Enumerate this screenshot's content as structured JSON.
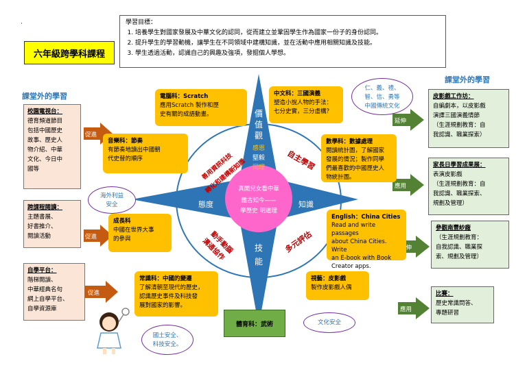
{
  "page_title": "六年級跨學科課程",
  "dot": "·",
  "goals": {
    "heading": "學習目標：",
    "items": [
      "培養學生對國家發展及中華文化的認同，從而建立並鞏固學生作為國家一份子的身份認同。",
      "提升學生的學習動機，讓學生在不同領域中建構知識，並在活動中應用相關知識及技能。",
      "學生透過活動，認識自己的興趣及強項，發掘個人學想。"
    ]
  },
  "left_heading": "課堂外的學習",
  "right_heading": "課堂外的學習",
  "left_boxes": [
    {
      "title": "校園電視台：",
      "lines": [
        "德育頻道節目",
        "包括中國歷史",
        "故事、歷史人",
        "物介紹、中華",
        "文化、今日中",
        "國等"
      ],
      "arrow": "促進"
    },
    {
      "title": "跨課程閱讀：",
      "lines": [
        "主題書展、",
        "好書推介、",
        "閱讀活動"
      ],
      "arrow": "促進"
    },
    {
      "title": "自學平台：",
      "lines": [
        "階梯閱讀、",
        "中華經典名句",
        "網上自學平台、",
        "自學資源庫"
      ],
      "arrow": "促進"
    }
  ],
  "right_boxes": [
    {
      "title": "皮影戲工作坊：",
      "lines": [
        "自編劇本，以皮影戲",
        "演譯三國演義情節",
        "（生涯規劃教育：自",
        "我認識、職業探索）"
      ],
      "arrow": "延伸"
    },
    {
      "title": "家長日學習成果展：",
      "lines": [
        "表演皮影戲",
        "（生涯規劃教育：自",
        "我認識、職業探索、",
        "規劃及管理）"
      ],
      "arrow": "應用"
    },
    {
      "title": "參觀南豐紗廠",
      "lines": [
        "（生涯規劃教育：",
        "自我認識、職業探",
        "索、規劃及管理）"
      ],
      "arrow": "延伸"
    },
    {
      "title": "比賽：",
      "lines": [
        "歷史常識問答、",
        "專題研習"
      ],
      "arrow": "應用"
    }
  ],
  "subjects": {
    "computer": {
      "title": "電腦科：Scratch",
      "lines": [
        "應用Scratch 製作和歷",
        "史有關的成語動畫。"
      ]
    },
    "music": {
      "title": "音樂科：節奏",
      "lines": [
        "有節奏地讀出中國朝",
        "代史替的順序"
      ]
    },
    "growth": {
      "title": "成長科",
      "lines": [
        "中國在世界大事",
        "的參與"
      ]
    },
    "gs": {
      "title": "常識科：中國的變遷",
      "lines": [
        "了解清朝至現代的歷史，",
        "認識歷史事件及科技發",
        "展對國家的影響。"
      ]
    },
    "chinese": {
      "title": "中文科：三國演義",
      "lines": [
        "塑造小說人物的手法：",
        "七分史實，三分虛構？"
      ]
    },
    "math": {
      "title": "數學科：數據處理",
      "lines": [
        "閱讀統計圖，了解國家",
        "發展的情況；製作同學",
        "們最喜歡的中國歷史人",
        "物統計圖。"
      ]
    },
    "english": {
      "title": "English：China Cities",
      "lines": [
        "Read and write passages",
        "about China Cities.  Write",
        "an E-book with Book",
        "Creator apps."
      ]
    },
    "va": {
      "title": "視藝：皮影戲",
      "lines": [
        "製作皮影戲人偶"
      ]
    },
    "pe": {
      "title": "體育科：武術"
    }
  },
  "bubbles": {
    "values": [
      "仁、義、禮、",
      "智、信、勇等",
      "中國傳統文化"
    ],
    "overseas": [
      "海外利益",
      "安全"
    ],
    "tech": [
      "國土安全、",
      "科技安全。"
    ],
    "culture": "文化安全"
  },
  "star": {
    "top": [
      "價",
      "值",
      "觀"
    ],
    "top_sub": [
      "感恩",
      "堅毅",
      "同理"
    ],
    "left": "態度",
    "right": "知識",
    "bottom": [
      "技",
      "能"
    ]
  },
  "ring": {
    "upper_left": [
      "善用資訊科技",
      "轉化和建構新知識"
    ],
    "upper_right": "自主學習",
    "lower_left": [
      "動手動腦",
      "溝通協作"
    ],
    "lower_right": "多元評估"
  },
  "center": [
    "真開兒女看中華",
    "鑑古知今——",
    "學歷史 明道理"
  ],
  "colors": {
    "star": "#2e75b6",
    "center": "#ff66cc",
    "ring_text": "#c00000",
    "subject": "#ffc000",
    "arrow": "#c55a11",
    "green_arrow": "#548235",
    "bubble_border": "#7030a0"
  }
}
